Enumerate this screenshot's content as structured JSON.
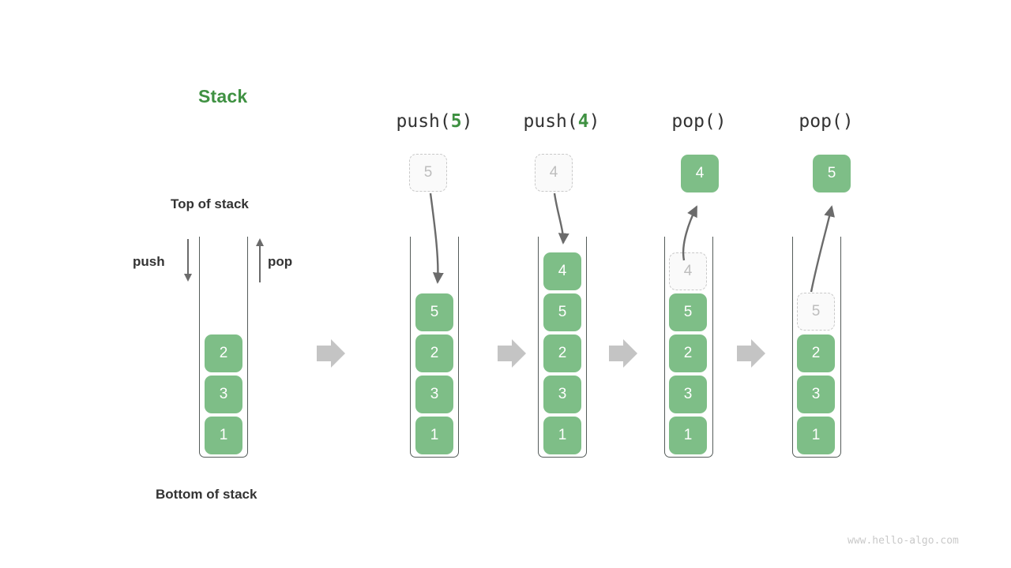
{
  "figure": {
    "title": "Stack",
    "title_color": "#3f9142",
    "watermark": "www.hello-algo.com",
    "accent_green": "#7ebe87",
    "ghost_gray": "#c9c9c9",
    "arrow_gray": "#6b6b6b",
    "transition_gray": "#c4c4c4"
  },
  "annotations": {
    "top_of_stack": "Top of stack",
    "bottom_of_stack": "Bottom of stack",
    "push_label": "push",
    "pop_label": "pop"
  },
  "panels": [
    {
      "id": "initial",
      "label": "",
      "label_op": "",
      "label_arg": "",
      "cells": [
        {
          "value": "2",
          "state": "filled"
        },
        {
          "value": "3",
          "state": "filled"
        },
        {
          "value": "1",
          "state": "filled"
        }
      ],
      "incoming": null,
      "outgoing": null
    },
    {
      "id": "push-5",
      "label": "push(5)",
      "label_op_left": "push(",
      "label_arg": "5",
      "label_op_right": ")",
      "cells": [
        {
          "value": "5",
          "state": "filled"
        },
        {
          "value": "2",
          "state": "filled"
        },
        {
          "value": "3",
          "state": "filled"
        },
        {
          "value": "1",
          "state": "filled"
        }
      ],
      "external": {
        "value": "5",
        "state": "ghost"
      },
      "arrow_direction": "down"
    },
    {
      "id": "push-4",
      "label": "push(4)",
      "label_op_left": "push(",
      "label_arg": "4",
      "label_op_right": ")",
      "cells": [
        {
          "value": "4",
          "state": "filled"
        },
        {
          "value": "5",
          "state": "filled"
        },
        {
          "value": "2",
          "state": "filled"
        },
        {
          "value": "3",
          "state": "filled"
        },
        {
          "value": "1",
          "state": "filled"
        }
      ],
      "external": {
        "value": "4",
        "state": "ghost"
      },
      "arrow_direction": "down"
    },
    {
      "id": "pop-1",
      "label": "pop()",
      "label_op_left": "pop(",
      "label_arg": "",
      "label_op_right": ")",
      "cells": [
        {
          "value": "4",
          "state": "ghost"
        },
        {
          "value": "5",
          "state": "filled"
        },
        {
          "value": "2",
          "state": "filled"
        },
        {
          "value": "3",
          "state": "filled"
        },
        {
          "value": "1",
          "state": "filled"
        }
      ],
      "external": {
        "value": "4",
        "state": "filled"
      },
      "arrow_direction": "up"
    },
    {
      "id": "pop-2",
      "label": "pop()",
      "label_op_left": "pop(",
      "label_arg": "",
      "label_op_right": ")",
      "cells": [
        {
          "value": "5",
          "state": "ghost"
        },
        {
          "value": "2",
          "state": "filled"
        },
        {
          "value": "3",
          "state": "filled"
        },
        {
          "value": "1",
          "state": "filled"
        }
      ],
      "external": {
        "value": "5",
        "state": "filled"
      },
      "arrow_direction": "up"
    }
  ],
  "transitions": [
    {
      "from": "initial",
      "to": "push-5",
      "glyph": "arrow-right"
    },
    {
      "from": "push-5",
      "to": "push-4",
      "glyph": "arrow-right"
    },
    {
      "from": "push-4",
      "to": "pop-1",
      "glyph": "arrow-right"
    },
    {
      "from": "pop-1",
      "to": "pop-2",
      "glyph": "arrow-right"
    }
  ]
}
